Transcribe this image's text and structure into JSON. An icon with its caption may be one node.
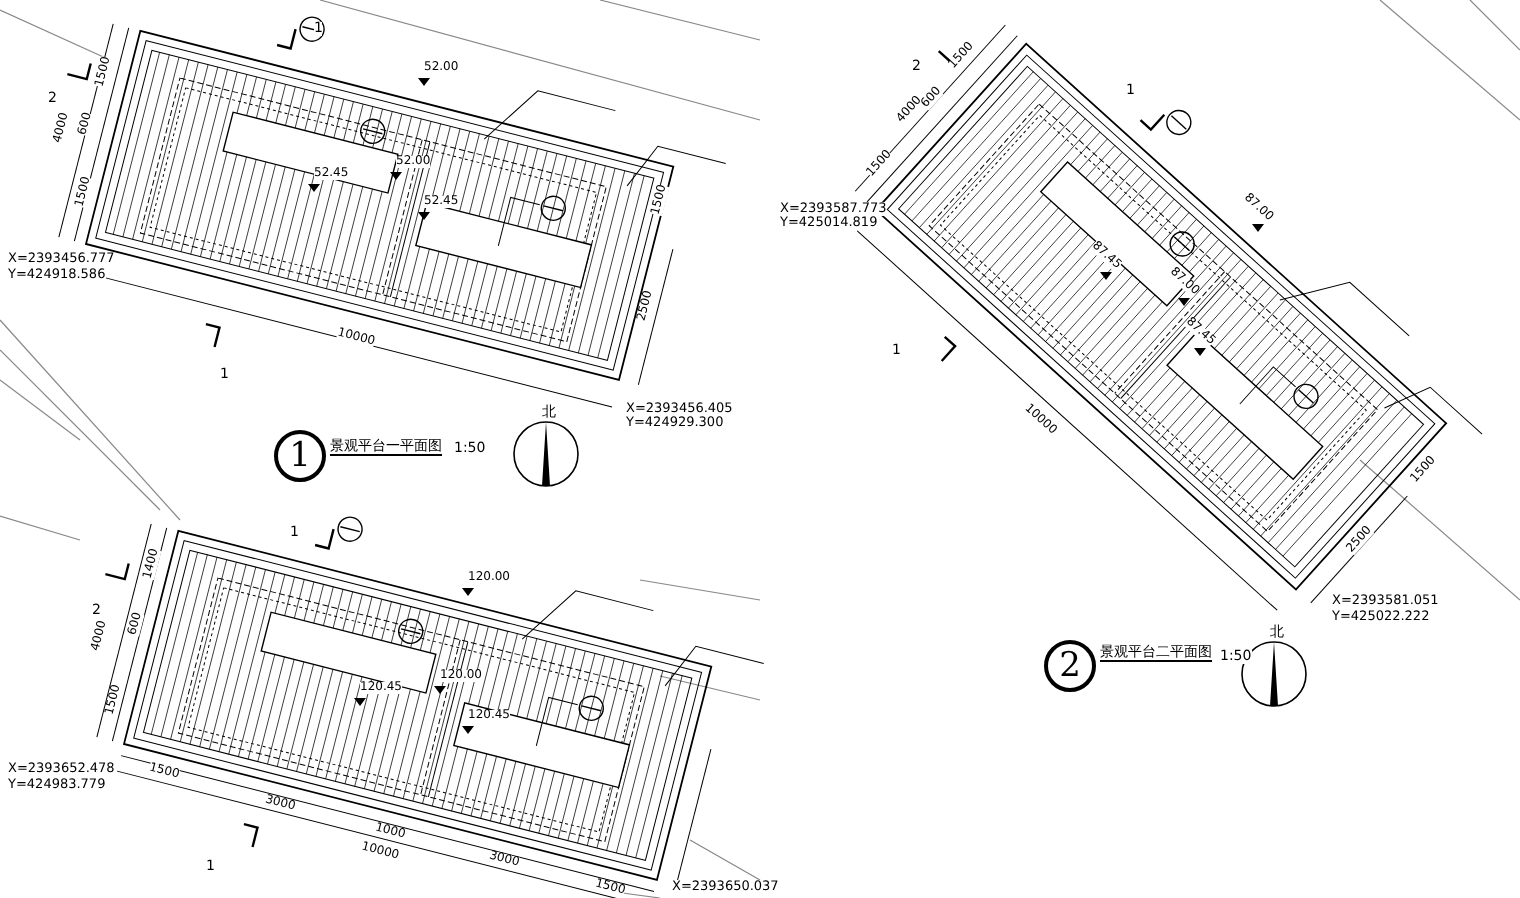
{
  "diagram": {
    "nodes": [
      {
        "text": [
          "1"
        ],
        "beside": [
          "景观平台一平面图",
          "1:50"
        ]
      },
      {
        "text": [
          "2"
        ],
        "beside": [
          "景观平台二平面图",
          "1:50"
        ]
      }
    ],
    "labels": [
      "1",
      "2",
      "1",
      "52.00",
      "52.00",
      "52.45",
      "52.45",
      "1500",
      "4000",
      "600",
      "1500",
      "1500",
      "2500",
      "10000",
      "X=2393456.777",
      "Y=424918.586",
      "X=2393456.405",
      "Y=424929.300",
      "北",
      "2",
      "1",
      "1",
      "87.00",
      "87.00",
      "87.45",
      "87.45",
      "1500",
      "4000",
      "600",
      "1500",
      "10000",
      "1500",
      "2500",
      "X=2393587.773",
      "Y=425014.819",
      "X=2393581.051",
      "Y=425022.222",
      "北",
      "1",
      "2",
      "1",
      "120.00",
      "120.00",
      "120.45",
      "120.45",
      "1400",
      "4000",
      "600",
      "1500",
      "1500",
      "3000",
      "1000",
      "3000",
      "1500",
      "10000",
      "X=2393652.478",
      "Y=424983.779",
      "X=2393650.037"
    ]
  }
}
